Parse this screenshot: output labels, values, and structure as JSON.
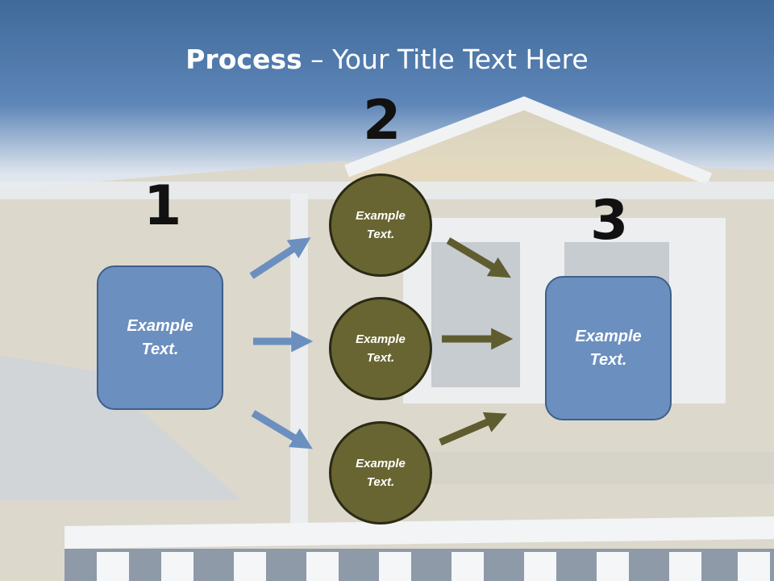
{
  "title": {
    "bold": "Process",
    "rest": " – Your Title Text Here"
  },
  "steps": [
    {
      "number": "1",
      "text": "Example\nText."
    },
    {
      "number": "2",
      "items": [
        "Example\nText.",
        "Example\nText.",
        "Example\nText."
      ]
    },
    {
      "number": "3",
      "text": "Example\nText."
    }
  ],
  "colors": {
    "box_fill": "#6b8fbf",
    "circle_fill": "#686532",
    "blue_arrow": "#6b8fbf",
    "olive_arrow": "#5f5d30"
  }
}
